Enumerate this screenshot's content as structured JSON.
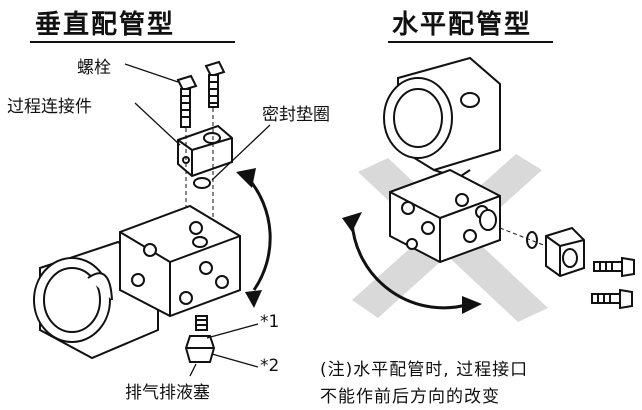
{
  "titles": {
    "vertical": "垂直配管型",
    "horizontal": "水平配管型"
  },
  "labels": {
    "bolt": "螺栓",
    "process_connector": "过程连接件",
    "seal_gasket": "密封垫圈",
    "drain_plug": "排气排液塞",
    "mark1": "*1",
    "mark2": "*2"
  },
  "note": {
    "line1": "(注)水平配管时, 过程接口",
    "line2": "不能作前后方向的改变"
  }
}
